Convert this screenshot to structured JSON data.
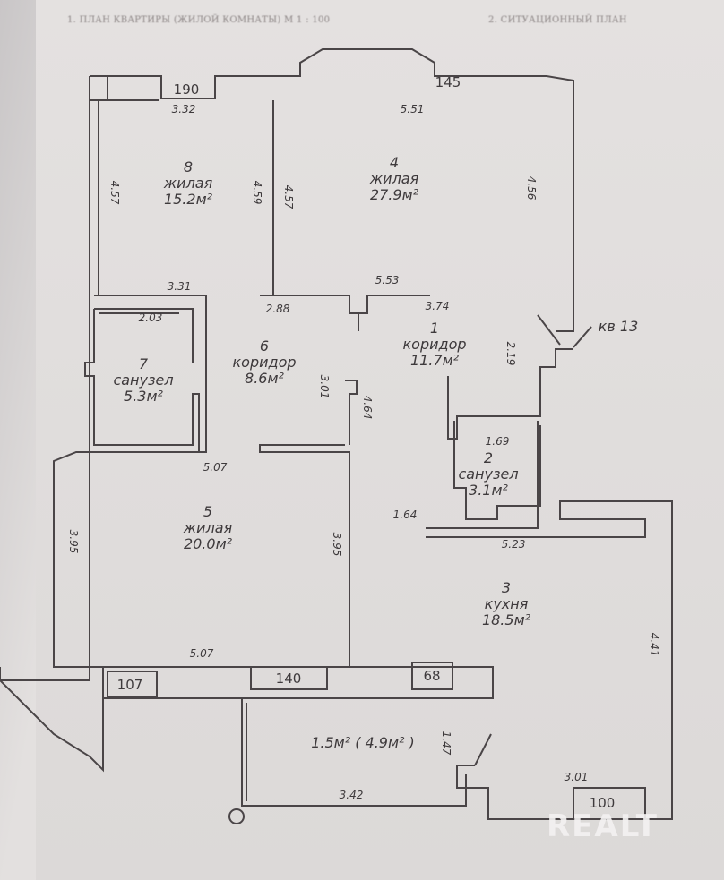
{
  "header": {
    "plan_title": "1. ПЛАН КВАРТИРЫ (ЖИЛОЙ КОМНАТЫ) М 1 : 100",
    "situation_title": "2. СИТУАЦИОННЫЙ ПЛАН"
  },
  "rooms": [
    {
      "num": "8",
      "name": "жилая",
      "area": "15.2м²"
    },
    {
      "num": "4",
      "name": "жилая",
      "area": "27.9м²"
    },
    {
      "num": "7",
      "name": "санузел",
      "area": "5.3м²"
    },
    {
      "num": "6",
      "name": "коридор",
      "area": "8.6м²"
    },
    {
      "num": "1",
      "name": "коридор",
      "area": "11.7м²"
    },
    {
      "num": "2",
      "name": "санузел",
      "area": "3.1м²"
    },
    {
      "num": "5",
      "name": "жилая",
      "area": "20.0м²"
    },
    {
      "num": "3",
      "name": "кухня",
      "area": "18.5м²"
    }
  ],
  "balcony": "1.5м² ( 4.9м² )",
  "apartment_ref": "кв 13",
  "dimensions": [
    "190",
    "3.32",
    "5.51",
    "145",
    "4.57",
    "4.59",
    "4.57",
    "4.56",
    "3.31",
    "5.53",
    "2.88",
    "3.74",
    "2.03",
    "3.01",
    "4.64",
    "2.19",
    "1.69",
    "5.07",
    "1.64",
    "5.23",
    "3.95",
    "3.95",
    "5.07",
    "4.41",
    "107",
    "140",
    "68",
    "1.47",
    "3.42",
    "3.01",
    "100"
  ],
  "watermark": "REALT"
}
